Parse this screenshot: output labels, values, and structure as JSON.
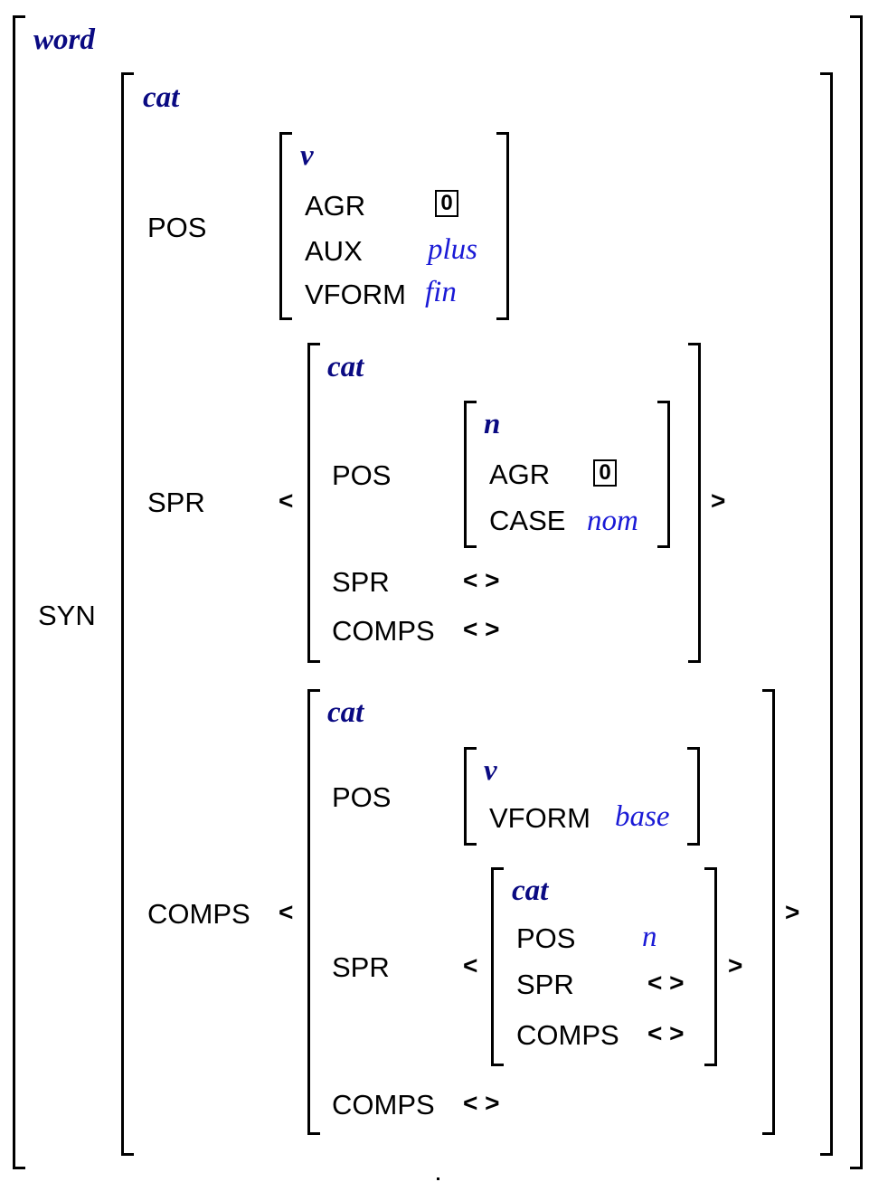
{
  "avm": {
    "type": "word",
    "syn_label": "SYN",
    "syn": {
      "type": "cat",
      "pos": {
        "label": "POS",
        "type": "v",
        "agr_label": "AGR",
        "agr_tag": "0",
        "aux_label": "AUX",
        "aux_value": "plus",
        "vform_label": "VFORM",
        "vform_value": "fin"
      },
      "spr": {
        "label": "SPR",
        "open": "<",
        "close": ">",
        "type": "cat",
        "pos": {
          "label": "POS",
          "type": "n",
          "agr_label": "AGR",
          "agr_tag": "0",
          "case_label": "CASE",
          "case_value": "nom"
        },
        "spr_label": "SPR",
        "spr_value": "< >",
        "comps_label": "COMPS",
        "comps_value": "< >"
      },
      "comps": {
        "label": "COMPS",
        "open": "<",
        "close": ">",
        "type": "cat",
        "pos": {
          "label": "POS",
          "type": "v",
          "vform_label": "VFORM",
          "vform_value": "base"
        },
        "spr": {
          "label": "SPR",
          "open": "<",
          "close": ">",
          "type": "cat",
          "pos_label": "POS",
          "pos_value": "n",
          "spr_label": "SPR",
          "spr_value": "< >",
          "comps_label": "COMPS",
          "comps_value": "< >"
        },
        "comps_label": "COMPS",
        "comps_value": "< >"
      }
    }
  }
}
